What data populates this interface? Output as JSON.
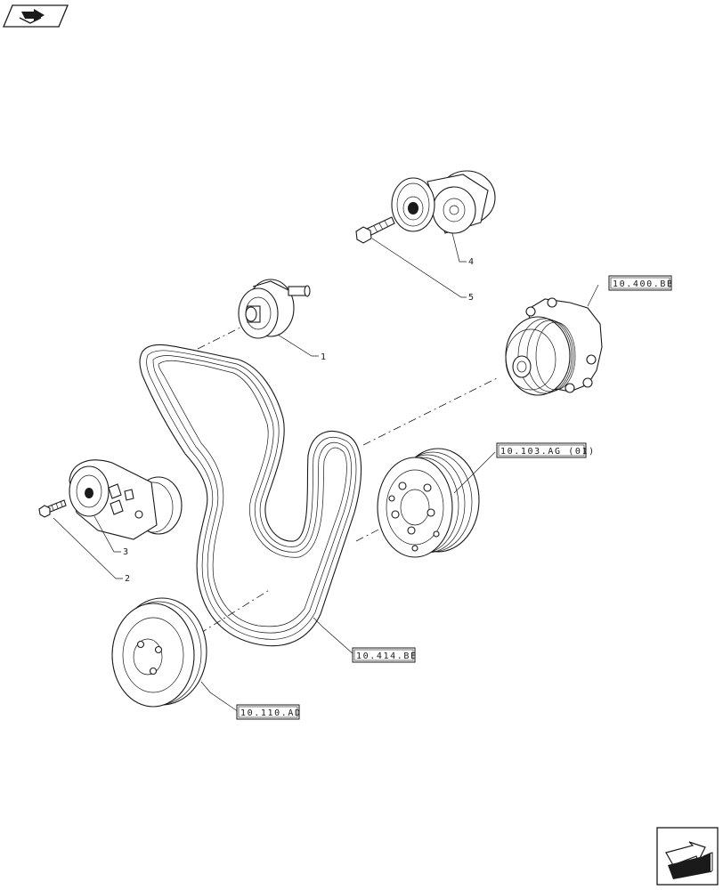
{
  "part_numbers": {
    "p1": "1",
    "p2": "2",
    "p3": "3",
    "p4": "4",
    "p5": "5"
  },
  "references": {
    "water_pump": "10.400.BB",
    "alternator_pulley": "10.103.AG (01)",
    "belt": "10.414.BE",
    "crankshaft_pulley": "10.110.AD"
  },
  "icons": {
    "top_left": "previous-page-arrow-icon",
    "bottom_right": "next-page-arrow-icon"
  }
}
